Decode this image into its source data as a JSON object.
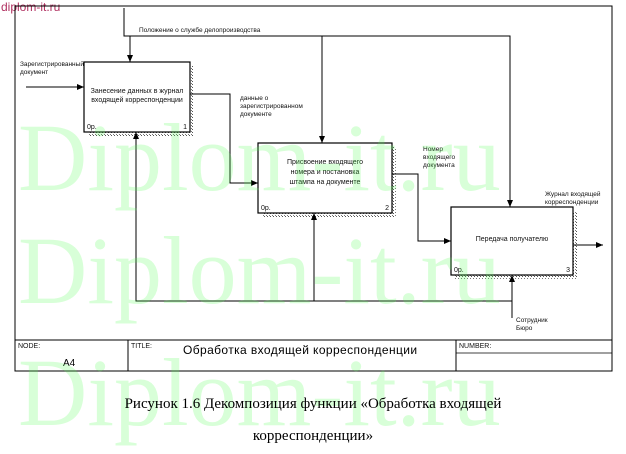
{
  "site_link": "diplom-it.ru",
  "watermark": "Diplom-it.ru",
  "frame": {
    "node_label": "NODE:",
    "node_value": "A4",
    "title_label": "TITLE:",
    "title_value": "Обработка  входящей  корреспонденции",
    "number_label": "NUMBER:"
  },
  "boxes": [
    {
      "lines": [
        "Занесение данных в журнал",
        "входящей корреспонденции"
      ],
      "op": "0р.",
      "num": "1"
    },
    {
      "lines": [
        "Присвоение входящего",
        "номера и постановка",
        "штампа на документе"
      ],
      "op": "0р.",
      "num": "2"
    },
    {
      "lines": [
        "Передача получателю"
      ],
      "op": "0р.",
      "num": "3"
    }
  ],
  "arrow_labels": {
    "control": [
      "Положение о службе делопроизводства"
    ],
    "input": [
      "Зарегистрированный",
      "документ"
    ],
    "data": [
      "данные о",
      "зарегистрированном",
      "документе"
    ],
    "number": [
      "Номер",
      "входящего",
      "документа"
    ],
    "output": [
      "Журнал входящей",
      "корреспонденции"
    ],
    "mechanism": [
      "Сотрудник",
      "Бюро"
    ]
  },
  "caption": {
    "line1": "Рисунок 1.6 Декомпозиция функции «Обработка входящей",
    "line2": "корреспонденции»"
  }
}
